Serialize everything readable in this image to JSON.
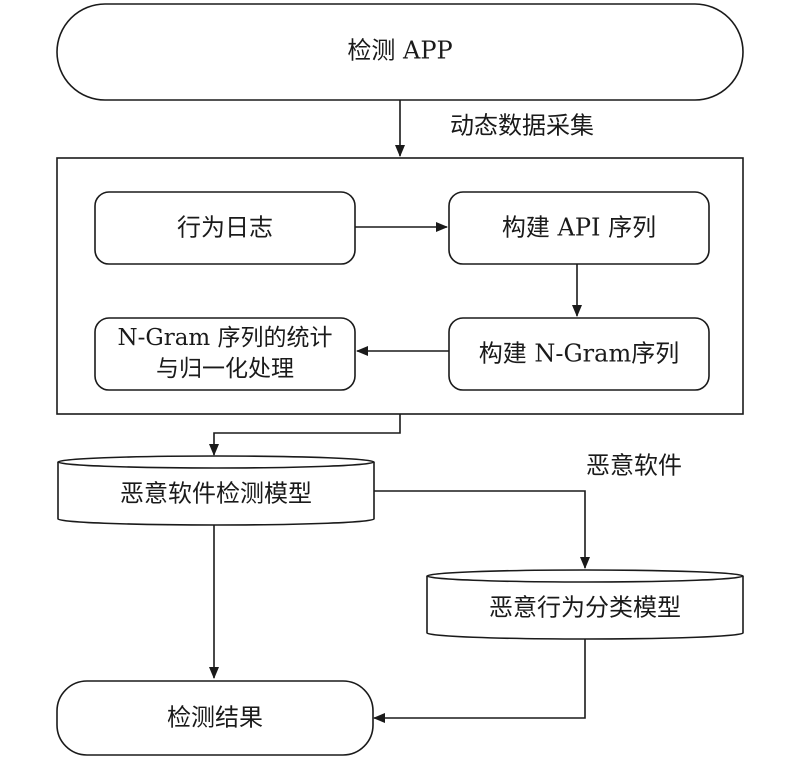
{
  "nodes": {
    "detect_app": "检测 APP",
    "behavior_log": "行为日志",
    "build_api_seq": "构建 API 序列",
    "build_ngram_seq": "构建 N-Gram序列",
    "ngram_stats_line1": "N-Gram 序列的统计",
    "ngram_stats_line2": "与归一化处理",
    "malware_detect_model": "恶意软件检测模型",
    "malicious_behavior_model": "恶意行为分类模型",
    "detect_result": "检测结果"
  },
  "edge_labels": {
    "dynamic_collection": "动态数据采集",
    "malware": "恶意软件"
  }
}
